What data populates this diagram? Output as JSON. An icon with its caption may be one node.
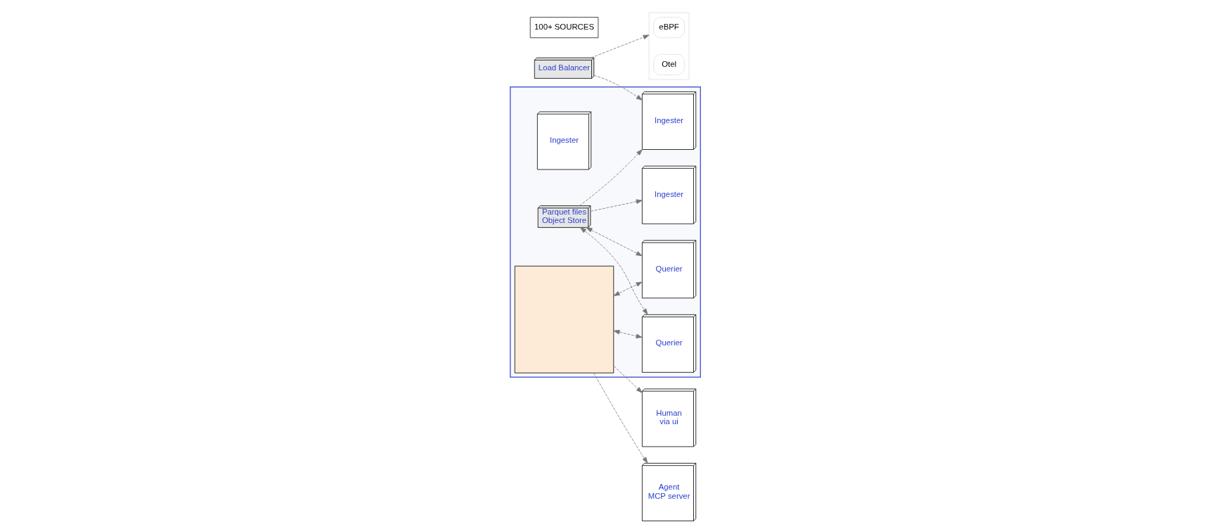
{
  "diagram": {
    "nodes": [
      {
        "text": [
          "100+ SOURCES"
        ]
      },
      {
        "text": [],
        "shape": "box"
      },
      {
        "text": [
          "eBPF"
        ],
        "in": 1
      },
      {
        "text": [
          "Otel"
        ],
        "in": 1
      },
      {
        "text": [
          "Load Balancer"
        ]
      },
      {
        "text": [],
        "shape": "box"
      },
      {
        "text": [
          "Ingester"
        ],
        "in": 5
      },
      {
        "text": [
          "Ingester"
        ],
        "in": 5
      },
      {
        "text": [
          "Ingester"
        ],
        "in": 5
      },
      {
        "text": [
          "Parquet files",
          "Object Store"
        ],
        "in": 5
      },
      {
        "text": [
          "Querier"
        ],
        "in": 5
      },
      {
        "text": [
          "Querier"
        ],
        "in": 5
      },
      {
        "text": [],
        "shape": "box",
        "in": 5
      },
      {
        "text": [
          "Human",
          "via ui"
        ]
      },
      {
        "text": [
          "Agent",
          "MCP server"
        ]
      }
    ],
    "edges": [
      {
        "from": 4,
        "to": 1,
        "arrow": "to",
        "style": "dashed"
      },
      {
        "from": 4,
        "to": 6,
        "arrow": "to",
        "style": "dashed"
      },
      {
        "from": 9,
        "to": 6,
        "arrow": "to",
        "style": "dashed"
      },
      {
        "from": 9,
        "to": 8,
        "arrow": "to",
        "style": "dashed"
      },
      {
        "from": 9,
        "to": 10,
        "arrow": "both",
        "style": "dashed"
      },
      {
        "from": 9,
        "to": 11,
        "arrow": "both",
        "style": "dashed"
      },
      {
        "from": 12,
        "to": 10,
        "arrow": "both",
        "style": "dashed"
      },
      {
        "from": 12,
        "to": 11,
        "arrow": "both",
        "style": "dashed"
      },
      {
        "from": 12,
        "to": 13,
        "arrow": "to",
        "style": "dashed"
      },
      {
        "from": 12,
        "to": 14,
        "arrow": "to",
        "style": "dashed"
      }
    ]
  }
}
